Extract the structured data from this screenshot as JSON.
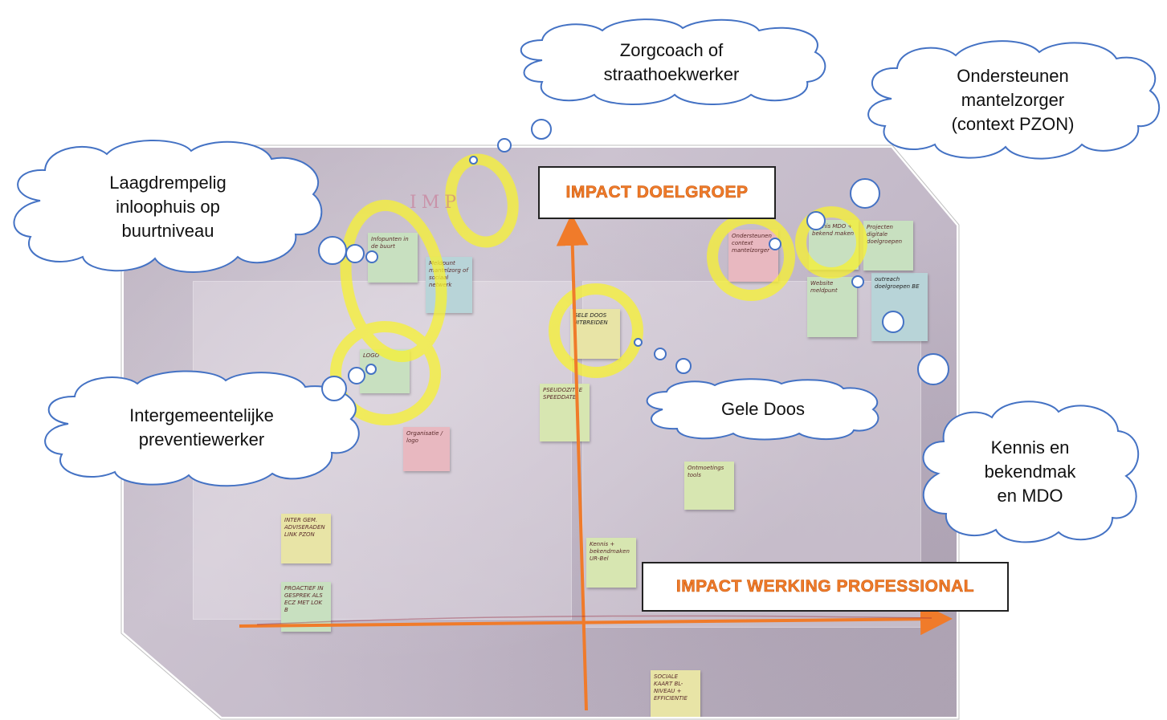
{
  "axes": {
    "vertical_label": "IMPACT DOELGROEP",
    "horizontal_label": "IMPACT WERKING PROFESSIONAL",
    "axis_color": "#f07b2a"
  },
  "clouds": [
    {
      "id": "zorgcoach",
      "text": "Zorgcoach of\nstraathoekwerker"
    },
    {
      "id": "mantelzorger",
      "text": "Ondersteunen\nmantelzorger\n(context PZON)"
    },
    {
      "id": "inloophuis",
      "text": "Laagdrempelig\ninloophuis op\nbuurtniveau"
    },
    {
      "id": "preventiewerker",
      "text": "Intergemeentelijke\npreventiewerker"
    },
    {
      "id": "geledoos",
      "text": "Gele Doos"
    },
    {
      "id": "kennis",
      "text": "Kennis en\nbekendmak\nen MDO"
    }
  ],
  "sticky_notes": [
    {
      "id": "n1",
      "text": "Infopunten in de buurt",
      "color": "green"
    },
    {
      "id": "n2",
      "text": "Meldpunt mantelzorg of sociaal netwerk",
      "color": "blue"
    },
    {
      "id": "n3",
      "text": "GELE DOOS UITBREIDEN",
      "color": "yellow"
    },
    {
      "id": "n4",
      "text": "PSEUDOZITSE SPEEDDATE",
      "color": "lime"
    },
    {
      "id": "n5",
      "text": "Ondersteunen context mantelzorger",
      "color": "pink"
    },
    {
      "id": "n6",
      "text": "Kennis MDO + bekend maken",
      "color": "green"
    },
    {
      "id": "n7",
      "text": "Kennis + bekendmaken UR-Bel",
      "color": "lime"
    },
    {
      "id": "n8",
      "text": "INTER GEM. ADVISERADEN LINK PZON",
      "color": "yellow"
    },
    {
      "id": "n9",
      "text": "PROACTIEF IN GESPREK ALS ECZ MET LOK B",
      "color": "green"
    },
    {
      "id": "n10",
      "text": "SOCIALE KAART BL-NIVEAU + EFFICIENTIE",
      "color": "yellow"
    },
    {
      "id": "n11",
      "text": "outreach doelgroepen BE",
      "color": "blue"
    },
    {
      "id": "n12",
      "text": "Website meldpunt",
      "color": "green"
    },
    {
      "id": "n13",
      "text": "Projecten digitale doelgroepen",
      "color": "green"
    },
    {
      "id": "n14",
      "text": "Ontmoetings tools",
      "color": "lime"
    },
    {
      "id": "n15",
      "text": "Organisatie / logo",
      "color": "pink"
    },
    {
      "id": "n16",
      "text": "LOGO",
      "color": "green"
    }
  ]
}
